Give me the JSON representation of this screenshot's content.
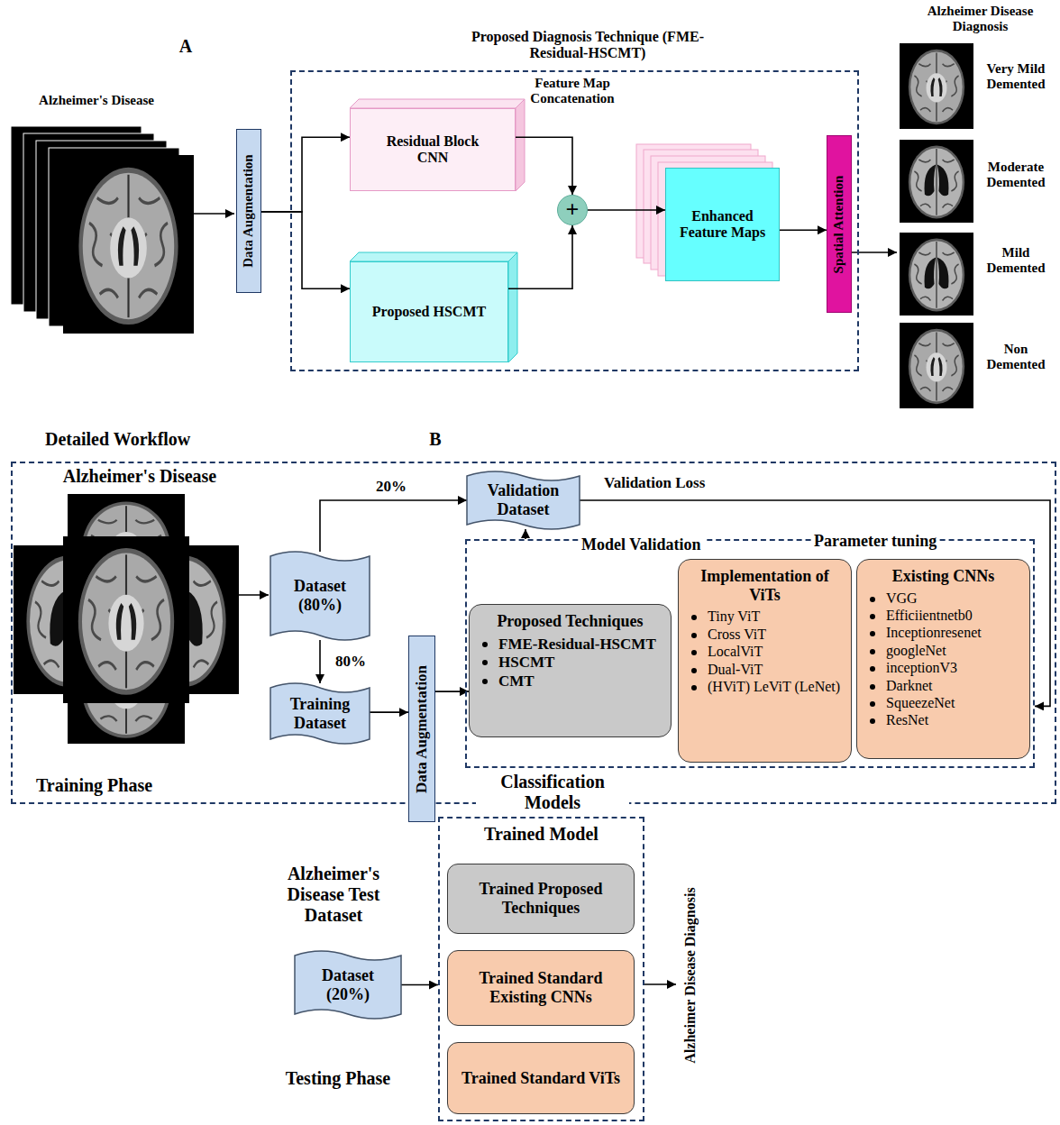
{
  "diagram": {
    "nodes": [
      {
        "text": [
          "Data Augmentation"
        ]
      },
      {
        "text": [
          "Proposed Diagnosis Technique (FME-Residual-HSCMT)"
        ]
      },
      {
        "text": [
          "Residual Block CNN"
        ],
        "in": 1
      },
      {
        "text": [
          "Proposed HSCMT"
        ],
        "in": 1
      },
      {
        "text": [
          "+"
        ],
        "in": 1
      },
      {
        "text": [
          "Enhanced Feature Maps"
        ],
        "in": 1
      },
      {
        "text": [
          "Spatial Attention"
        ],
        "in": 1
      },
      {
        "text": [
          "Detailed Workflow",
          "Training Phase"
        ]
      },
      {
        "text": [
          "Dataset (80%)"
        ],
        "in": 7
      },
      {
        "text": [
          "Validation Dataset"
        ],
        "in": 7
      },
      {
        "text": [
          "Training Dataset"
        ],
        "in": 7
      },
      {
        "text": [
          "Data Augmentation"
        ],
        "in": 7
      },
      {
        "text": [
          "Classification Models"
        ],
        "in": 7
      },
      {
        "text": [
          "Proposed Techniques",
          "FME-Residual-HSCMT",
          "HSCMT",
          "CMT"
        ],
        "in": 12
      },
      {
        "text": [
          "Implementation of ViTs",
          "Tiny ViT",
          "Cross ViT",
          "LocalViT",
          "Dual-ViT",
          "(HViT) LeViT (LeNet)"
        ],
        "in": 12
      },
      {
        "text": [
          "Existing CNNs",
          "VGG",
          "Efficiientnetb0",
          "Inceptionresenet",
          "googleNet",
          "inceptionV3",
          "Darknet",
          "SqueezeNet",
          "ResNet"
        ],
        "in": 12
      },
      {
        "text": [
          "Dataset (20%)"
        ]
      },
      {
        "text": [
          "Trained Model"
        ]
      },
      {
        "text": [
          "Trained Proposed Techniques"
        ],
        "in": 17
      },
      {
        "text": [
          "Trained Standard Existing CNNs"
        ],
        "in": 17
      },
      {
        "text": [
          "Trained Standard ViTs"
        ],
        "in": 17
      }
    ],
    "edges": [
      {
        "from": 0,
        "to": 2,
        "arrow": "to"
      },
      {
        "from": 0,
        "to": 3,
        "arrow": "to"
      },
      {
        "from": 2,
        "to": 4,
        "arrow": "to"
      },
      {
        "from": 3,
        "to": 4,
        "arrow": "to"
      },
      {
        "from": 4,
        "to": 5,
        "arrow": "to"
      },
      {
        "from": 5,
        "to": 6,
        "arrow": "to"
      },
      {
        "from": 8,
        "to": 9,
        "label": "20%",
        "arrow": "to"
      },
      {
        "from": 8,
        "to": 10,
        "label": "80%",
        "arrow": "to"
      },
      {
        "from": 10,
        "to": 11,
        "arrow": "to"
      },
      {
        "from": 11,
        "to": 13,
        "arrow": "to"
      },
      {
        "from": 12,
        "to": 9,
        "arrow": "to"
      },
      {
        "from": 9,
        "to": 12,
        "label": "Validation Loss",
        "arrow": "to"
      },
      {
        "from": 16,
        "to": 17,
        "arrow": "to"
      }
    ],
    "labels": [
      "A",
      "Alzheimer's Disease",
      "Feature Map Concatenation",
      "Alzheimer Disease Diagnosis",
      "Very Mild Demented",
      "Moderate Demented",
      "Mild Demented",
      "Non Demented",
      "B",
      "Alzheimer's Disease",
      "Model Validation",
      "Parameter tuning",
      "Alzheimer's Disease Test Dataset",
      "Testing Phase",
      "Alzheimer Disease Diagnosis"
    ]
  }
}
